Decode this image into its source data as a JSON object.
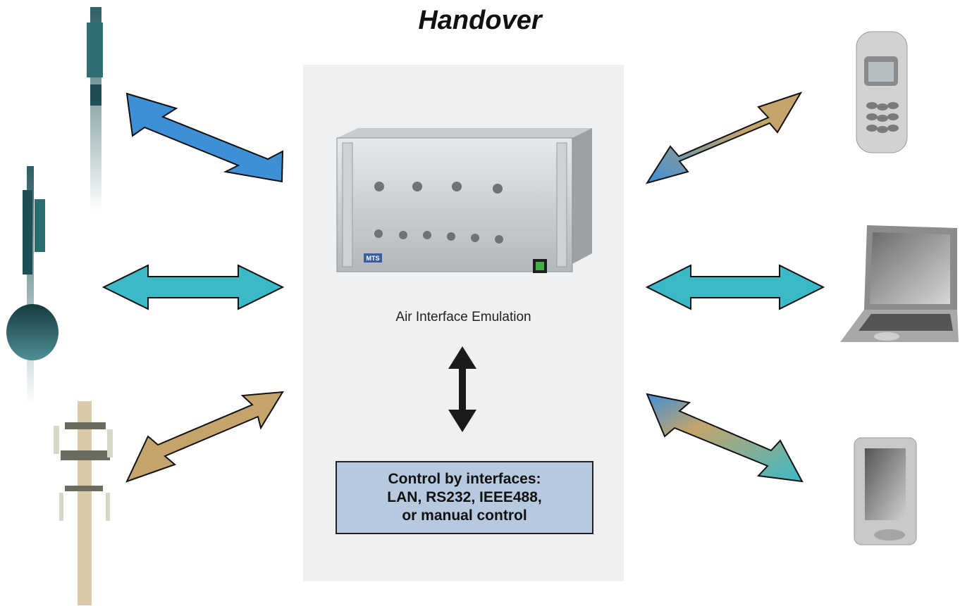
{
  "title": "Handover",
  "center": {
    "device_label": "Air Interface Emulation",
    "brand_badge": "MTS",
    "control_text": "Control by interfaces:\nLAN, RS232, IEEE488,\nor manual control"
  },
  "arrow_colors": {
    "blue": "#3e8fd6",
    "teal": "#3cb9c6",
    "tan": "#c4a46a",
    "dark": "#1a1a1a"
  },
  "icons": {
    "left": [
      "antenna-mast-icon",
      "dish-mast-icon",
      "cell-tower-icon"
    ],
    "right": [
      "mobile-phone-icon",
      "laptop-icon",
      "pda-icon"
    ]
  }
}
